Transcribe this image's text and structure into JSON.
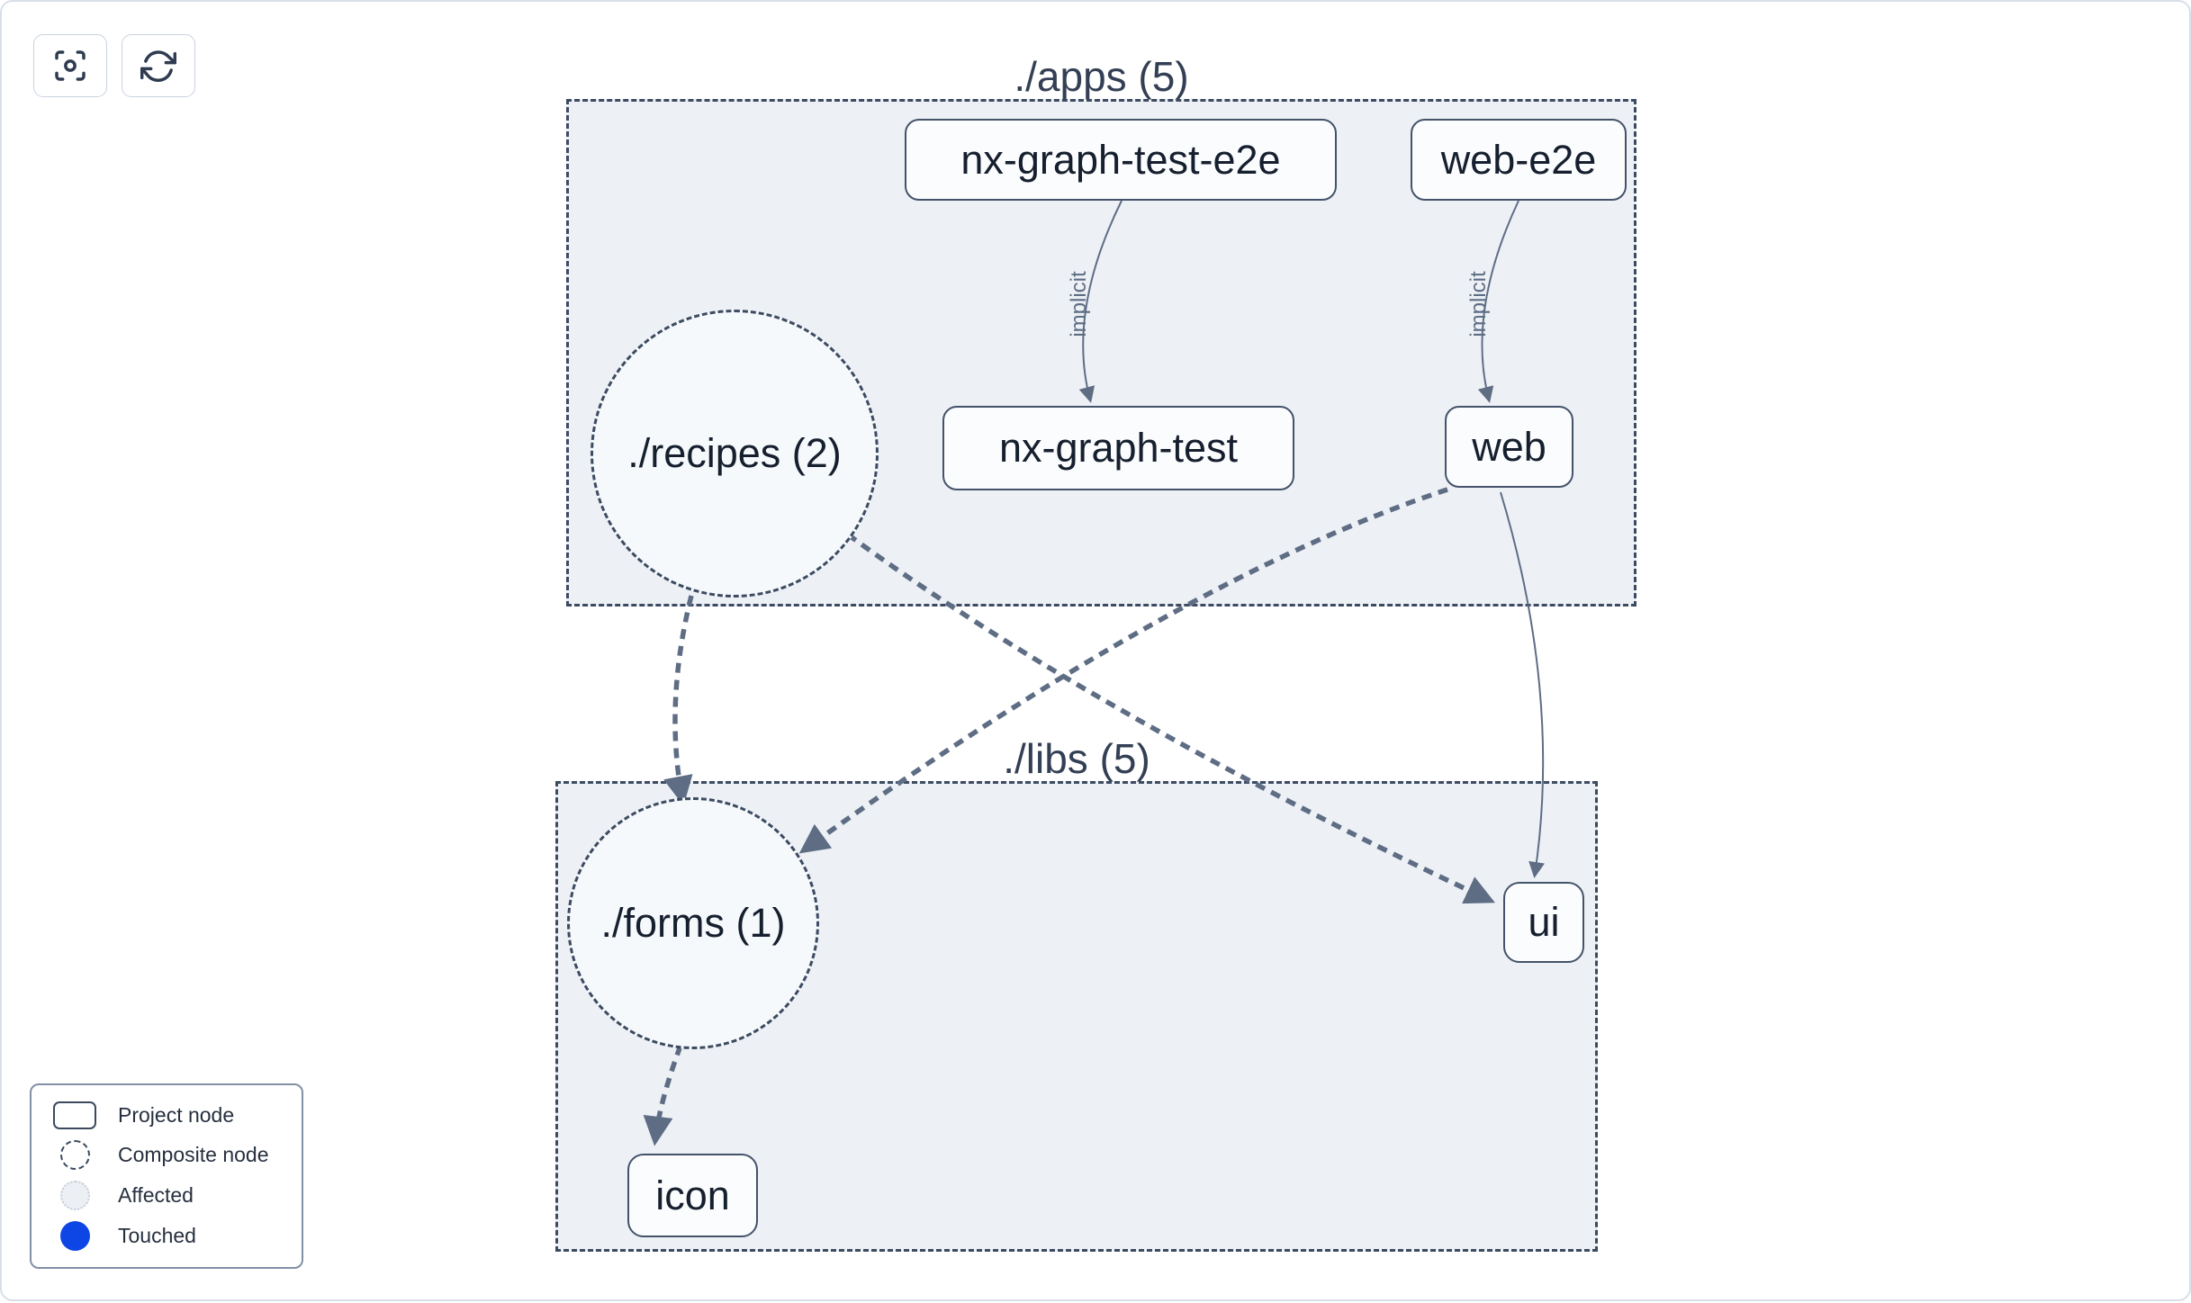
{
  "toolbar": {
    "buttons": [
      {
        "name": "center-graph",
        "icon": "focus-icon"
      },
      {
        "name": "refresh-graph",
        "icon": "refresh-icon"
      }
    ]
  },
  "graph": {
    "groups": [
      {
        "id": "apps",
        "label": "./apps (5)"
      },
      {
        "id": "libs",
        "label": "./libs (5)"
      }
    ],
    "nodes": {
      "nx_graph_test_e2e": "nx-graph-test-e2e",
      "web_e2e": "web-e2e",
      "recipes": "./recipes (2)",
      "nx_graph_test": "nx-graph-test",
      "web": "web",
      "forms": "./forms (1)",
      "ui": "ui",
      "icon": "icon"
    },
    "edges": [
      {
        "from": "nx-graph-test-e2e",
        "to": "nx-graph-test",
        "style": "solid",
        "label": "implicit"
      },
      {
        "from": "web-e2e",
        "to": "web",
        "style": "solid",
        "label": "implicit"
      },
      {
        "from": "./recipes (2)",
        "to": "./forms (1)",
        "style": "dashed",
        "label": ""
      },
      {
        "from": "./recipes (2)",
        "to": "ui",
        "style": "dashed",
        "label": ""
      },
      {
        "from": "web",
        "to": "./forms (1)",
        "style": "dashed",
        "label": ""
      },
      {
        "from": "web",
        "to": "ui",
        "style": "solid",
        "label": ""
      },
      {
        "from": "./forms (1)",
        "to": "icon",
        "style": "dashed",
        "label": ""
      }
    ]
  },
  "legend": {
    "items": [
      {
        "label": "Project node",
        "swatch": "project-node-swatch"
      },
      {
        "label": "Composite node",
        "swatch": "composite-node-swatch"
      },
      {
        "label": "Affected",
        "swatch": "affected-swatch"
      },
      {
        "label": "Touched",
        "swatch": "touched-swatch"
      }
    ]
  },
  "colors": {
    "touched_blue": "#0d46e5",
    "edge_slate": "#5e6d84",
    "group_fill": "#edf1f6",
    "node_border": "#44526a"
  }
}
